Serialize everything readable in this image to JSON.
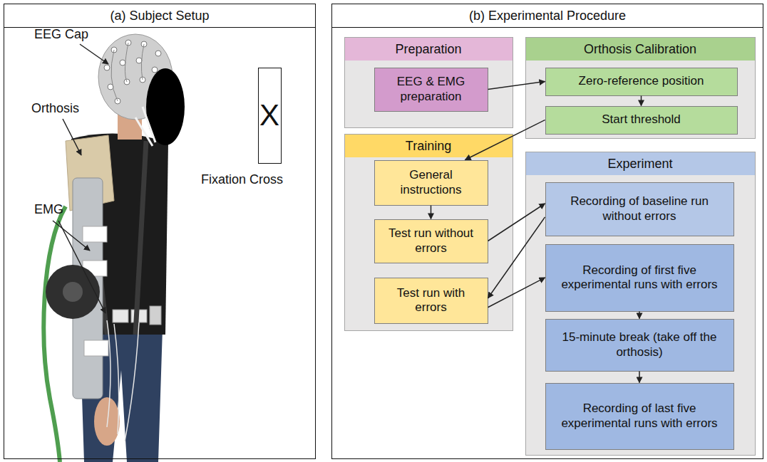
{
  "diagram": {
    "nodes": [
      {
        "text": [
          "(a) Subject Setup"
        ]
      },
      {
        "text": [
          "X"
        ],
        "in": 0
      },
      {
        "text": [
          "(b) Experimental Procedure"
        ]
      },
      {
        "text": [
          "Preparation"
        ],
        "in": 2
      },
      {
        "text": [
          "EEG & EMG preparation"
        ],
        "in": 3
      },
      {
        "text": [
          "Orthosis Calibration"
        ],
        "in": 2
      },
      {
        "text": [
          "Zero-reference position"
        ],
        "in": 5
      },
      {
        "text": [
          "Start threshold"
        ],
        "in": 5
      },
      {
        "text": [
          "Training"
        ],
        "in": 2
      },
      {
        "text": [
          "General instructions"
        ],
        "in": 8
      },
      {
        "text": [
          "Test run without errors"
        ],
        "in": 8
      },
      {
        "text": [
          "Test run with errors"
        ],
        "in": 8
      },
      {
        "text": [
          "Experiment"
        ],
        "in": 2
      },
      {
        "text": [
          "Recording of baseline run without errors"
        ],
        "in": 12
      },
      {
        "text": [
          "Recording of first five experimental runs with errors"
        ],
        "in": 12
      },
      {
        "text": [
          "15-minute break (take off the orthosis)"
        ],
        "in": 12
      },
      {
        "text": [
          "Recording of last five experimental runs with errors"
        ],
        "in": 12
      }
    ],
    "edges": [
      {
        "from": 4,
        "to": 6,
        "arrow": "to"
      },
      {
        "from": 6,
        "to": 7,
        "arrow": "to"
      },
      {
        "from": 7,
        "to": 9,
        "arrow": "to"
      },
      {
        "from": 9,
        "to": 10,
        "arrow": "to"
      },
      {
        "from": 10,
        "to": 13,
        "arrow": "to"
      },
      {
        "from": 13,
        "to": 11,
        "arrow": "to"
      },
      {
        "from": 11,
        "to": 14,
        "arrow": "to"
      },
      {
        "from": 14,
        "to": 15,
        "arrow": "to"
      },
      {
        "from": 15,
        "to": 16,
        "arrow": "to"
      }
    ],
    "labels": [
      "EEG Cap",
      "Orthosis",
      "EMG",
      "Fixation Cross"
    ]
  }
}
